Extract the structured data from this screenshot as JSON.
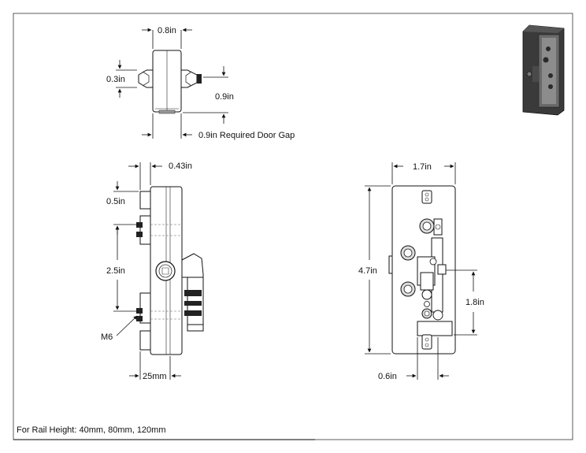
{
  "dimensions": {
    "top_width": "0.8in",
    "top_pin_height": "0.3in",
    "top_depth": "0.9in",
    "door_gap": "0.9in Required Door Gap",
    "side_depth": "0.43in",
    "side_offset": "0.5in",
    "side_spacing": "2.5in",
    "side_thread": "M6",
    "side_base": "25mm",
    "front_width": "1.7in",
    "front_height": "4.7in",
    "front_catch": "1.8in",
    "front_offset": "0.6in"
  },
  "note": {
    "rail_height": "For Rail Height: 40mm, 80mm, 120mm"
  }
}
